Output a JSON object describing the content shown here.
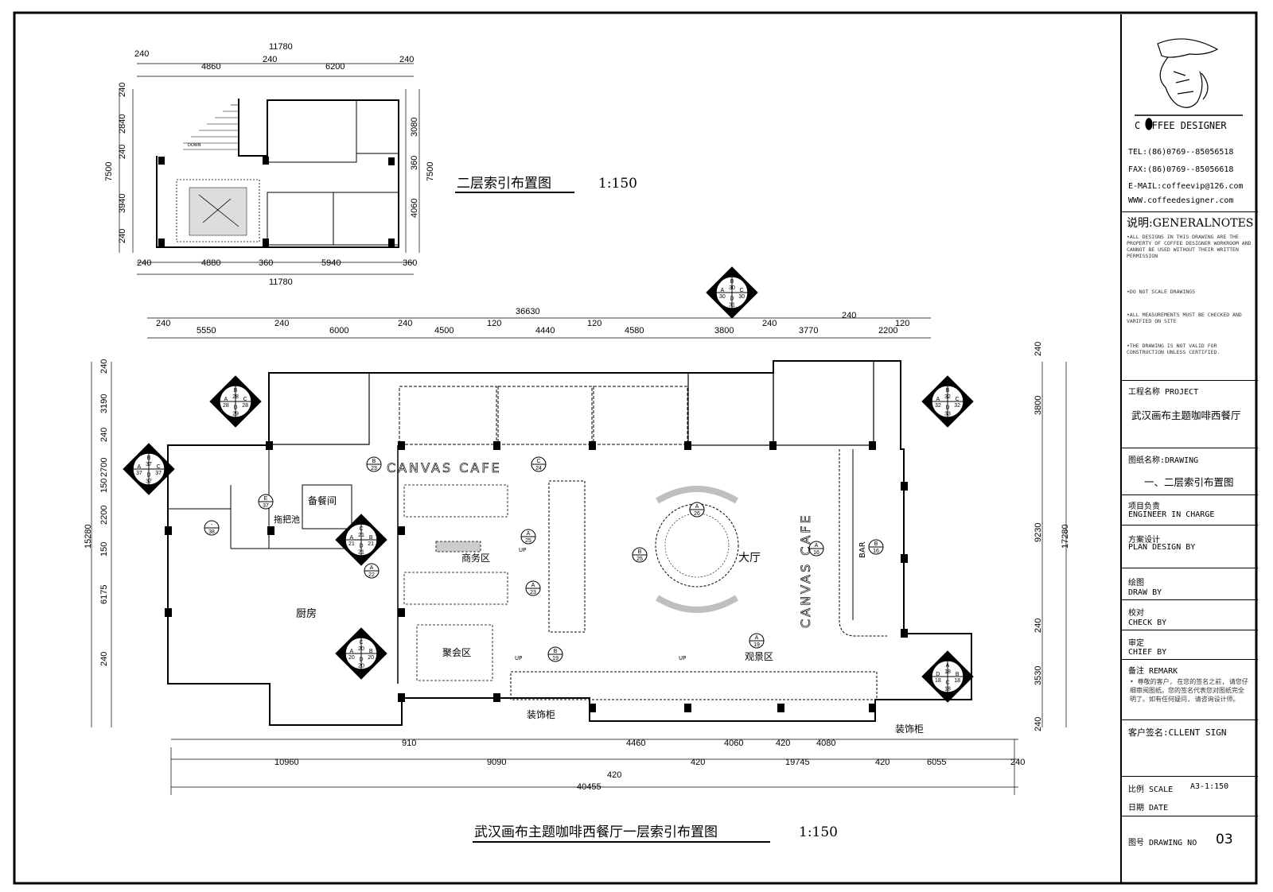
{
  "company": {
    "name": "C OFFEE DESIGNER",
    "tel": "TEL:(86)0769--85056518",
    "fax": "FAX:(86)0769--85056618",
    "email": "E-MAIL:coffeevip@126.com",
    "web": "WWW.coffeedesigner.com"
  },
  "general_notes": {
    "heading": "说明:GENERALNOTES",
    "items": [
      "•ALL DESIGNS IN THIS DRAWING ARE THE PROPERTY OF COFFEE DESIGNER WORKROOM AND CANNOT BE USED WITHOUT THEIR WRITTEN PERMISSION",
      "•DO NOT SCALE DRAWINGS",
      "•ALL MEASUREMENTS MUST BE CHECKED AND VARIFIED ON SITE",
      "•THE DRAWING IS NOT VALID FOR CONSTRUCTION UNLESS CERTIFIED."
    ]
  },
  "title_block": {
    "project_label": "工程名称 PROJECT",
    "project_name": "武汉画布主题咖啡西餐厅",
    "drawing_label": "图纸名称:DRAWING",
    "drawing_name": "一、二层索引布置图",
    "engineer_label_cn": "项目负责",
    "engineer_label_en": "ENGINEER IN CHARGE",
    "plan_label_cn": "方案设计",
    "plan_label_en": "PLAN DESIGN BY",
    "draw_label_cn": "绘图",
    "draw_label_en": "DRAW BY",
    "check_label_cn": "校对",
    "check_label_en": "CHECK BY",
    "chief_label_cn": "审定",
    "chief_label_en": "CHIEF BY",
    "remark_label": "备注 REMARK",
    "remark_text": "• 尊敬的客户, 在您的签名之前, 请您仔细审阅图纸。您的签名代表您对图纸完全明了。如有任何疑问, 请咨询设计师。",
    "client_sign": "客户签名:CLLENT  SIGN",
    "scale_label": "比例 SCALE",
    "scale_value": "A3-1:150",
    "date_label": "日期 DATE",
    "drawing_no_label": "图号 DRAWING NO",
    "drawing_no": "03"
  },
  "plans": {
    "upper_title": "二层索引布置图",
    "upper_scale": "1:150",
    "main_title": "武汉画布主题咖啡西餐厅一层索引布置图",
    "main_scale": "1:150"
  },
  "upper_dims": {
    "top_total": "11780",
    "top_segments": [
      "240",
      "4860",
      "240",
      "6200",
      "240"
    ],
    "bottom_segments": [
      "240",
      "4880",
      "360",
      "5940",
      "360"
    ],
    "bottom_total": "11780",
    "left_segments": [
      "240",
      "2840",
      "240",
      "3940",
      "240"
    ],
    "left_total": "7500",
    "right_segments": [
      "3080",
      "360",
      "4060"
    ],
    "right_total": "7500"
  },
  "main_dims": {
    "top_total": "36630",
    "top_segments": [
      "240",
      "5550",
      "240",
      "6000",
      "240",
      "4500",
      "120",
      "4440",
      "120",
      "4580",
      "3800",
      "240",
      "3770",
      "240",
      "2200",
      "120"
    ],
    "left_segments": [
      "240",
      "3190",
      "240",
      "2700",
      "150",
      "2200",
      "150",
      "6175",
      "240"
    ],
    "left_total": "15280",
    "right_segments": [
      "240",
      "3800",
      "9230",
      "240",
      "3530",
      "240"
    ],
    "right_total": "17280",
    "bottom1": [
      "910",
      "4460",
      "4060",
      "420",
      "4080"
    ],
    "bottom2": [
      "10960",
      "9090",
      "420",
      "19745",
      "420",
      "6055",
      "240"
    ],
    "bottom_total": "40455",
    "bottom_420": "420"
  },
  "rooms": {
    "kitchen": "厨房",
    "storage": "备餐间",
    "mop": "拖把池",
    "business": "商务区",
    "party": "聚会区",
    "hall": "大厅",
    "view": "观景区",
    "cabinet1": "装饰柜",
    "cabinet2": "装饰柜",
    "bar": "BAR",
    "canvas1": "CANVAS CAFE",
    "canvas2": "CANVAS CAFE",
    "up1": "UP",
    "up2": "UP",
    "up3": "UP",
    "down": "DOWN"
  },
  "markers": {
    "m30": [
      "B",
      "30",
      "A",
      "30",
      "C",
      "30",
      "D",
      "31"
    ],
    "m28": [
      "B",
      "28",
      "A",
      "28",
      "C",
      "28",
      "D",
      "29"
    ],
    "m32": [
      "B",
      "32",
      "A",
      "32",
      "C",
      "32",
      "D",
      "33"
    ],
    "m37": [
      "B",
      "37",
      "A",
      "37",
      "C",
      "37",
      "D",
      "37"
    ],
    "m21": [
      "C",
      "21",
      "A",
      "21",
      "B",
      "21",
      "D",
      "21"
    ],
    "m20": [
      "C",
      "20",
      "A",
      "20",
      "B",
      "20",
      "D",
      "20"
    ],
    "m18": [
      "A",
      "18",
      "D",
      "18",
      "B",
      "18",
      "C",
      "18"
    ],
    "s23": [
      "B",
      "23"
    ],
    "s24": [
      "C",
      "24"
    ],
    "s38": [
      "-",
      "38"
    ],
    "s22": [
      "A",
      "22"
    ],
    "s25a": [
      "A",
      "25"
    ],
    "s23b": [
      "A",
      "23"
    ],
    "s25b": [
      "B",
      "25"
    ],
    "s26": [
      "A",
      "26"
    ],
    "s16": [
      "A",
      "16"
    ],
    "s16b": [
      "B",
      "16"
    ],
    "s19": [
      "A",
      "19"
    ],
    "s19b": [
      "B",
      "19"
    ],
    "s37": [
      "E",
      "37"
    ]
  }
}
